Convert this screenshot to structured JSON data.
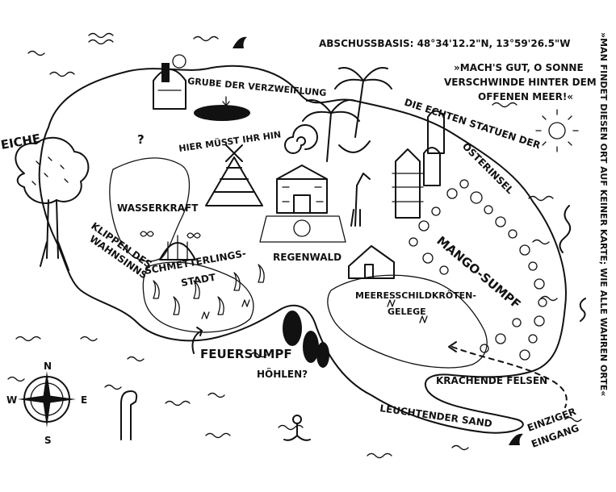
{
  "labels": {
    "coordinates": "ABSCHUSSBASIS: 48°34'12.2\"N, 13°59'26.5\"W",
    "quote_line1": "»MACH'S GUT, O SONNE",
    "quote_line2": "VERSCHWINDE HINTER DEM",
    "quote_line3": "OFFENEN MEER!«",
    "side_note": "»MAN FINDET DIESEN ORT AUF KEINER KARTE; WIE ALLE WAHREN ORTE«",
    "pit": "GRUBE DER VERZWEIFLUNG",
    "oak": "EICHE",
    "here": "HIER MÜSST IHR HIN",
    "statues_line1": "DIE ECHTEN STATUEN DER",
    "statues_line2": "OSTERINSEL",
    "waterpower": "WASSERKRAFT",
    "cliffs_line1": "KLIPPEN DES",
    "cliffs_line2": "WAHNSINNS",
    "butterfly_line1": "SCHMETTERLINGS-",
    "butterfly_line2": "STADT",
    "rainforest": "REGENWALD",
    "mango": "MANGO-SUMPF",
    "turtles_line1": "MEERESSCHILDKRÖTEN-",
    "turtles_line2": "GELEGE",
    "fire_swamp": "FEUERSUMPF",
    "caves": "HÖHLEN?",
    "rocks": "KRACHENDE FELSEN",
    "sand": "LEUCHTENDER SAND",
    "entrance_line1": "EINZIGER",
    "entrance_line2": "EINGANG",
    "question_mark": "?"
  },
  "compass": {
    "n": "N",
    "s": "S",
    "e": "E",
    "w": "W"
  },
  "icons": [
    "shark-fin-icon",
    "observatory-icon",
    "oak-tree-icon",
    "windmill-icon",
    "pyramid-icon",
    "palace-icon",
    "palm-tree-icon",
    "banana-icon",
    "spiral-icon",
    "moai-statue-icon",
    "pagoda-icon",
    "giraffe-icon",
    "sun-icon",
    "sea-serpent-icon",
    "loch-ness-monster-icon",
    "mermaid-icon",
    "compass-rose-icon",
    "hut-icon",
    "butterfly-icon",
    "fire-icon"
  ]
}
